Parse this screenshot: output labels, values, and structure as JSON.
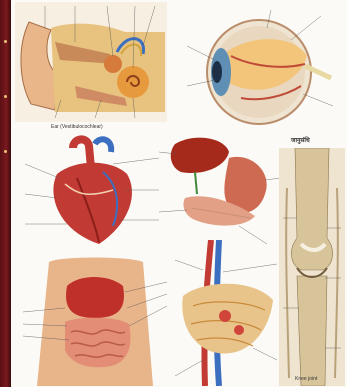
{
  "poster": {
    "ear_caption": "Ear (Vestibulocochlear)",
    "knee_title": "जानुसंधि",
    "knee_footer": "Knee joint"
  },
  "colors": {
    "spine": "#6b1418",
    "skin": "#e8b48a",
    "muscle": "#c0302b",
    "liver": "#a52a1c",
    "bone": "#d8c49a",
    "eye_blue": "#5f8fb5",
    "vessel_blue": "#3c6fc0"
  }
}
